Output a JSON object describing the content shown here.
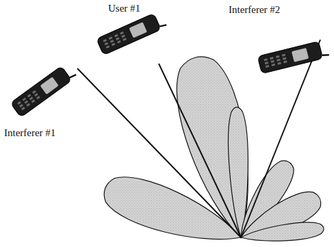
{
  "diagram": {
    "labels": [
      "User #1",
      "Interferer #2",
      "Interferer #1"
    ]
  }
}
